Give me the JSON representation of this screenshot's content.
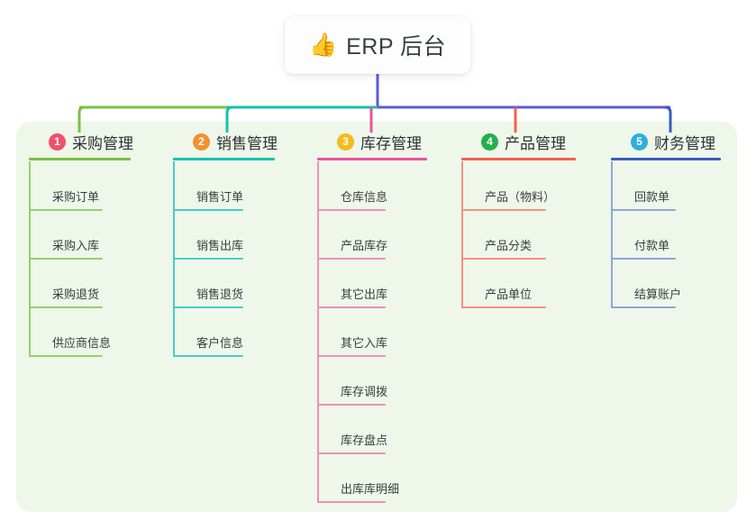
{
  "root": {
    "icon": "thumbs-up-emoji",
    "emoji": "👍",
    "title": "ERP 后台"
  },
  "colors": {
    "panel_bg": "#eef7e9",
    "page_bg": "#ffffff",
    "root_card_bg": "#fdfdfd",
    "root_text": "#3b3f44",
    "trunk": "#5b5bd6",
    "branch_green": "#7ac143",
    "branch_teal": "#15c2ae",
    "branch_blue": "#5b5bd6",
    "col1_line": "#7ac143",
    "col2_line": "#15c2ae",
    "col3_line": "#e8559e",
    "col4_line": "#f4604f",
    "col5_line": "#3b5bbf",
    "col1_leaf_line": "#96cf6d",
    "col2_leaf_line": "#46cfc0",
    "col3_leaf_line": "#ef8ebf",
    "col4_leaf_line": "#f89083",
    "col5_leaf_line": "#8fa6dd",
    "badge1": "#f0506e",
    "badge2": "#f2912e",
    "badge3": "#f5bc1c",
    "badge4": "#27ae4f",
    "badge5": "#2eafdc"
  },
  "columns": [
    {
      "index": "1",
      "badge": "1",
      "title": "采购管理",
      "badge_color": "#f0506e",
      "rule_color": "#7ac143",
      "leaf_color": "#96cf6d",
      "leaves": [
        "采购订单",
        "采购入库",
        "采购退货",
        "供应商信息"
      ]
    },
    {
      "index": "2",
      "badge": "2",
      "title": "销售管理",
      "badge_color": "#f2912e",
      "rule_color": "#15c2ae",
      "leaf_color": "#46cfc0",
      "leaves": [
        "销售订单",
        "销售出库",
        "销售退货",
        "客户信息"
      ]
    },
    {
      "index": "3",
      "badge": "3",
      "title": "库存管理",
      "badge_color": "#f5bc1c",
      "rule_color": "#e8559e",
      "leaf_color": "#ef8ebf",
      "leaves": [
        "仓库信息",
        "产品库存",
        "其它出库",
        "其它入库",
        "库存调拨",
        "库存盘点",
        "出库库明细"
      ]
    },
    {
      "index": "4",
      "badge": "4",
      "title": "产品管理",
      "badge_color": "#27ae4f",
      "rule_color": "#f4604f",
      "leaf_color": "#f89083",
      "leaves": [
        "产品（物料）",
        "产品分类",
        "产品单位"
      ]
    },
    {
      "index": "5",
      "badge": "5",
      "title": "财务管理",
      "badge_color": "#2eafdc",
      "rule_color": "#3b5bbf",
      "leaf_color": "#8fa6dd",
      "leaves": [
        "回款单",
        "付款单",
        "结算账户"
      ]
    }
  ]
}
